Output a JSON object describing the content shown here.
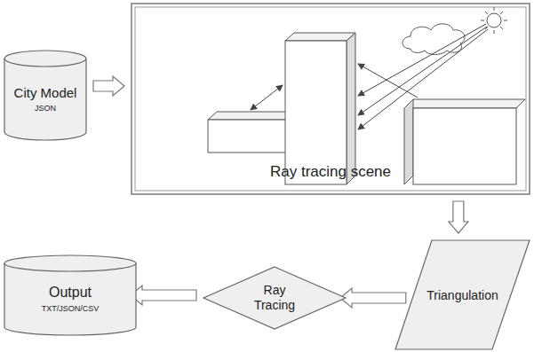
{
  "diagram": {
    "nodes": [
      {
        "text": [
          "City Model",
          "JSON"
        ]
      },
      {
        "text": [
          "Ray tracing scene"
        ]
      },
      {
        "text": [
          "Triangulation"
        ]
      },
      {
        "text": [
          "Ray Tracing"
        ]
      },
      {
        "text": [
          "Output",
          "TXT/JSON/CSV"
        ]
      }
    ],
    "edges": [
      {
        "from": 0,
        "to": 1,
        "arrow": "to"
      },
      {
        "from": 1,
        "to": 2,
        "arrow": "to"
      },
      {
        "from": 2,
        "to": 3,
        "arrow": "to"
      },
      {
        "from": 3,
        "to": 4,
        "arrow": "to"
      }
    ]
  }
}
